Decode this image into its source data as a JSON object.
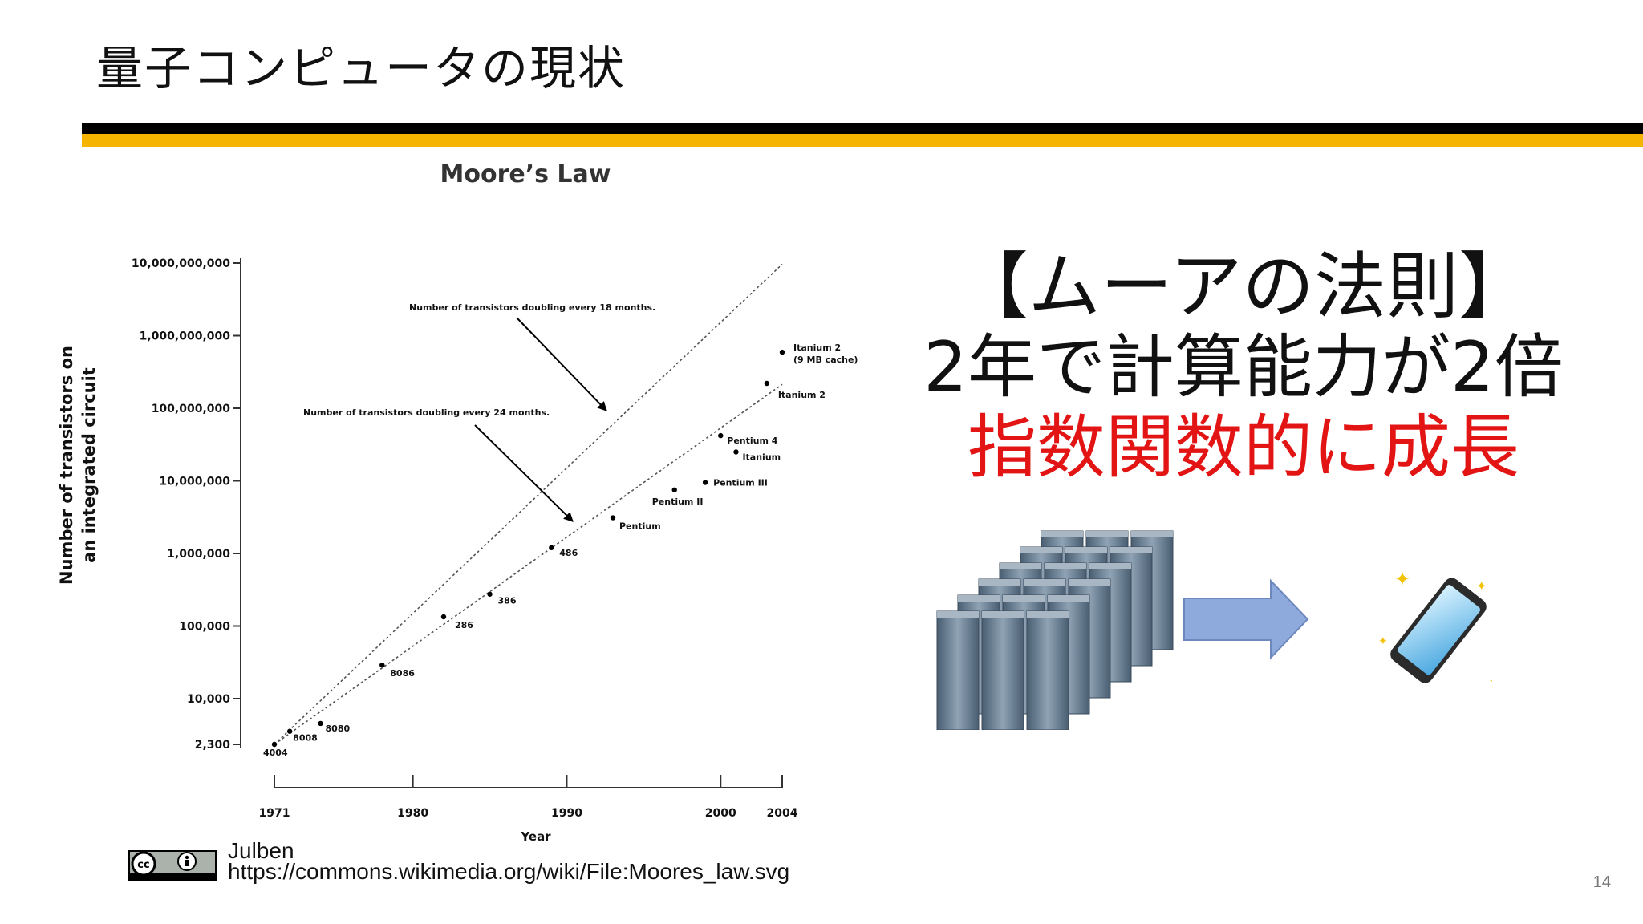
{
  "slide": {
    "title": "量子コンピュータの現状",
    "page_number": "14"
  },
  "chart_data": {
    "type": "scatter",
    "title": "Moore’s Law",
    "xlabel": "Year",
    "ylabel_line1": "Number of transistors on",
    "ylabel_line2": "an integrated circuit",
    "y_scale": "log",
    "xlim": [
      1971,
      2004
    ],
    "ylim": [
      2300,
      10000000000
    ],
    "x_ticks": [
      {
        "value": 1971,
        "label": "1971"
      },
      {
        "value": 1980,
        "label": "1980"
      },
      {
        "value": 1990,
        "label": "1990"
      },
      {
        "value": 2000,
        "label": "2000"
      },
      {
        "value": 2004,
        "label": "2004"
      }
    ],
    "y_ticks": [
      {
        "value": 2300,
        "label": "2,300"
      },
      {
        "value": 10000,
        "label": "10,000"
      },
      {
        "value": 100000,
        "label": "100,000"
      },
      {
        "value": 1000000,
        "label": "1,000,000"
      },
      {
        "value": 10000000,
        "label": "10,000,000"
      },
      {
        "value": 100000000,
        "label": "100,000,000"
      },
      {
        "value": 1000000000,
        "label": "1,000,000,000"
      },
      {
        "value": 10000000000,
        "label": "10,000,000,000"
      }
    ],
    "points": [
      {
        "name": "4004",
        "x": 1971,
        "y": 2300
      },
      {
        "name": "8008",
        "x": 1972,
        "y": 3500
      },
      {
        "name": "8080",
        "x": 1974,
        "y": 4500
      },
      {
        "name": "8086",
        "x": 1978,
        "y": 29000
      },
      {
        "name": "286",
        "x": 1982,
        "y": 134000
      },
      {
        "name": "386",
        "x": 1985,
        "y": 275000
      },
      {
        "name": "486",
        "x": 1989,
        "y": 1200000
      },
      {
        "name": "Pentium",
        "x": 1993,
        "y": 3100000
      },
      {
        "name": "Pentium II",
        "x": 1997,
        "y": 7500000
      },
      {
        "name": "Pentium III",
        "x": 1999,
        "y": 9500000
      },
      {
        "name": "Pentium 4",
        "x": 2000,
        "y": 42000000
      },
      {
        "name": "Itanium",
        "x": 2001,
        "y": 25000000
      },
      {
        "name": "Itanium 2",
        "x": 2003,
        "y": 220000000
      },
      {
        "name": "Itanium 2",
        "name2": "(9 MB cache)",
        "x": 2004,
        "y": 592000000
      }
    ],
    "trend_lines": [
      {
        "label": "Number of transistors doubling every 18 months.",
        "doubling_months": 18,
        "start": {
          "x": 1971,
          "y": 2300
        }
      },
      {
        "label": "Number of transistors doubling every 24 months.",
        "doubling_months": 24,
        "start": {
          "x": 1971,
          "y": 2300
        }
      }
    ]
  },
  "law": {
    "heading": "【ムーアの法則】",
    "line2": "2年で計算能力が2倍",
    "line3": "指数関数的に成長"
  },
  "credit": {
    "author": "Julben",
    "url": "https://commons.wikimedia.org/wiki/File:Moores_law.svg",
    "license_badge": "cc-by-icon"
  },
  "colors": {
    "rule_black": "#000000",
    "rule_gold": "#f4b400",
    "highlight_red": "#e31414",
    "arrow_fill": "#8ea9dc",
    "server_dark": "#5b6f82",
    "phone_screen": "#7ec8f0"
  },
  "icons": {
    "server_rack": "server-rack-icon",
    "arrow": "right-arrow-icon",
    "phone": "smartphone-icon"
  }
}
